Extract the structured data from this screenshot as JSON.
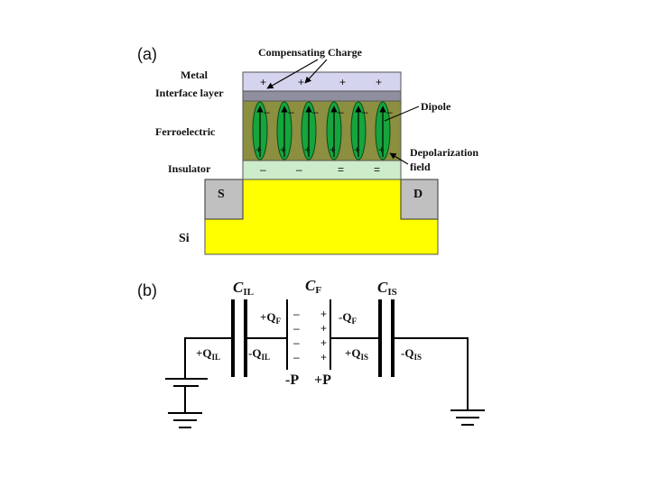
{
  "panel_a": {
    "label": "(a)",
    "compensating_charge": "Compensating Charge",
    "metal": "Metal",
    "interface_layer": "Interface layer",
    "ferroelectric": "Ferroelectric",
    "insulator": "Insulator",
    "dipole": "Dipole",
    "depolarization_1": "Depolarization",
    "depolarization_2": "field",
    "source": "S",
    "drain": "D",
    "si": "Si",
    "metal_sign": "+",
    "dipole_top_sign": "–",
    "dipole_bottom_sign": "+",
    "insulator_sign_1": "–",
    "insulator_sign_2": "=",
    "colors": {
      "metal": "#d4d4ee",
      "interface": "#8f8fa0",
      "ferroelectric": "#8b8f3f",
      "dipole": "#16a53c",
      "insulator": "#cdecc9",
      "silicon": "#ffff00",
      "contact": "#c0c0c0"
    }
  },
  "panel_b": {
    "label": "(b)",
    "c_il": {
      "main": "C",
      "sub": "IL"
    },
    "c_f": {
      "main": "C",
      "sub": "F"
    },
    "c_is": {
      "main": "C",
      "sub": "IS"
    },
    "plus_q_il": {
      "main": "+Q",
      "sub": "IL"
    },
    "minus_q_il": {
      "main": "-Q",
      "sub": "IL"
    },
    "plus_q_f": {
      "main": "+Q",
      "sub": "F"
    },
    "minus_q_f": {
      "main": "-Q",
      "sub": "F"
    },
    "plus_q_is": {
      "main": "+Q",
      "sub": "IS"
    },
    "minus_q_is": {
      "main": "-Q",
      "sub": "IS"
    },
    "minus_p": "-P",
    "plus_p": "+P",
    "minus_sign": "–",
    "plus_sign": "+"
  }
}
